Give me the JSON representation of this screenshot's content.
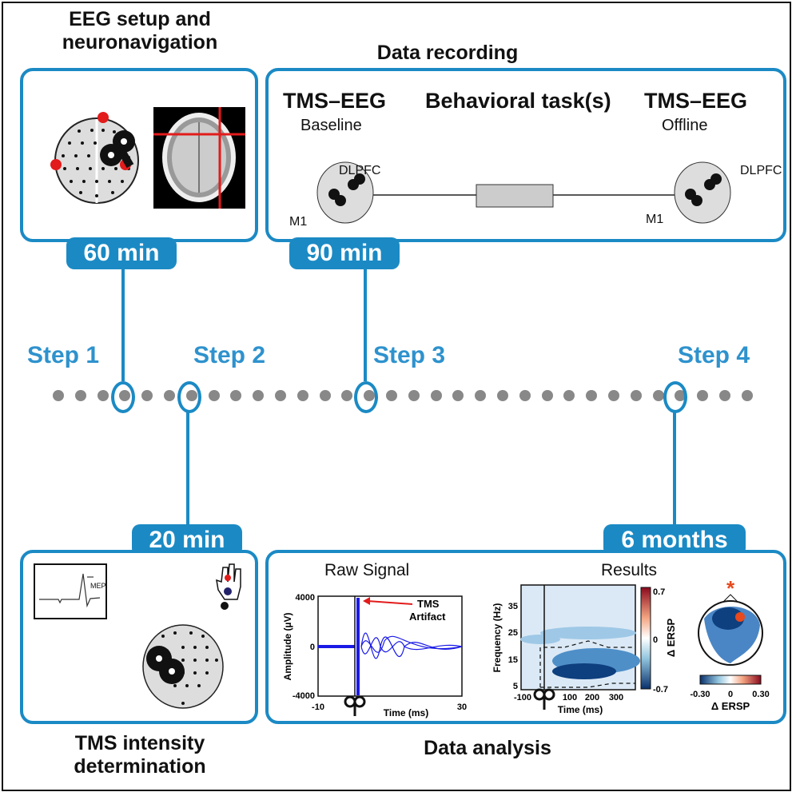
{
  "steps": [
    {
      "label": "Step 1",
      "duration": "60 min",
      "title": "EEG setup and neuronavigation",
      "title_lines": [
        "EEG setup and",
        "neuronavigation"
      ]
    },
    {
      "label": "Step 2",
      "duration": "20 min",
      "title_lines": [
        "TMS intensity",
        "determination"
      ]
    },
    {
      "label": "Step 3",
      "duration": "90 min",
      "title": "Data recording"
    },
    {
      "label": "Step 4",
      "duration": "6 months",
      "title": "Data analysis"
    }
  ],
  "recording": {
    "baseline_title": "TMS–EEG",
    "baseline_sub": "Baseline",
    "task_title": "Behavioral task(s)",
    "offline_title": "TMS–EEG",
    "offline_sub": "Offline",
    "dlpfc": "DLPFC",
    "m1": "M1"
  },
  "intensity": {
    "mep_label": "MEP"
  },
  "colors": {
    "accent": "#1b8ac4",
    "step_text": "#2e92cd",
    "timeline_dot": "#888888",
    "marker_red": "#e21b1b",
    "signal_blue": "#1a1ae6"
  },
  "analysis": {
    "raw": {
      "title": "Raw Signal",
      "ylabel": "Amplitude (µV)",
      "xlabel": "Time (ms)",
      "yticks": [
        "4000",
        "0",
        "-4000"
      ],
      "xticks": [
        "-10",
        "30"
      ],
      "annotation": [
        "TMS",
        "Artifact"
      ]
    },
    "results": {
      "title": "Results",
      "ylabel": "Frequency (Hz)",
      "xlabel": "Time (ms)",
      "yticks": [
        "35",
        "25",
        "15",
        "5"
      ],
      "xticks": [
        "-100",
        "100",
        "200",
        "300"
      ],
      "colorbar_ticks": [
        "0.7",
        "0",
        "-0.7"
      ],
      "colorbar_label": "Δ ERSP",
      "topo_ticks": [
        "-0.30",
        "0",
        "0.30"
      ],
      "topo_label": "Δ ERSP",
      "significance": "*"
    }
  }
}
